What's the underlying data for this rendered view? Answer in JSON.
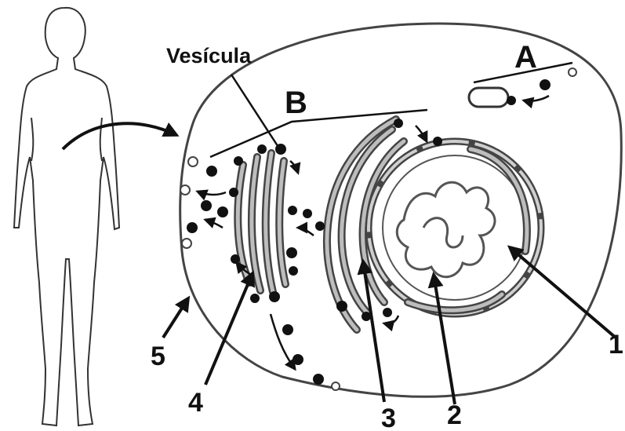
{
  "labels": {
    "vesicula": "Vesícula",
    "a": "A",
    "b": "B",
    "n1": "1",
    "n2": "2",
    "n3": "3",
    "n4": "4",
    "n5": "5"
  },
  "colors": {
    "ink": "#111111",
    "membrane": "#444444",
    "cisterna_fill": "#bdbdbd",
    "background": "#ffffff"
  }
}
